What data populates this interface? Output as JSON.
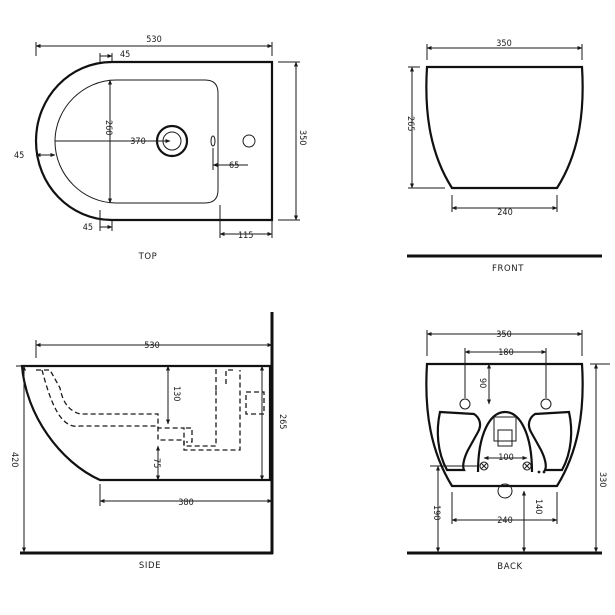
{
  "views": {
    "top": {
      "caption": "TOP",
      "dims": {
        "length": "530",
        "depth": "350",
        "bowl_width": "260",
        "rim_top": "45",
        "rim_left": "45",
        "rim_bottom": "45",
        "to_hole": "370",
        "tap_offset": "65",
        "rear": "115"
      }
    },
    "front": {
      "caption": "FRONT",
      "dims": {
        "top_width": "350",
        "base_width": "240",
        "height": "265"
      }
    },
    "side": {
      "caption": "SIDE",
      "dims": {
        "length": "530",
        "total_height": "420",
        "body_height": "265",
        "waste_height": "130",
        "waste_offset": "75",
        "base_length": "380"
      }
    },
    "back": {
      "caption": "BACK",
      "dims": {
        "width": "350",
        "bolt_spacing": "180",
        "bolt_drop": "90",
        "fix_spacing": "100",
        "base_width": "240",
        "height": "330",
        "fix_height": "190",
        "waste_height": "140"
      }
    }
  }
}
